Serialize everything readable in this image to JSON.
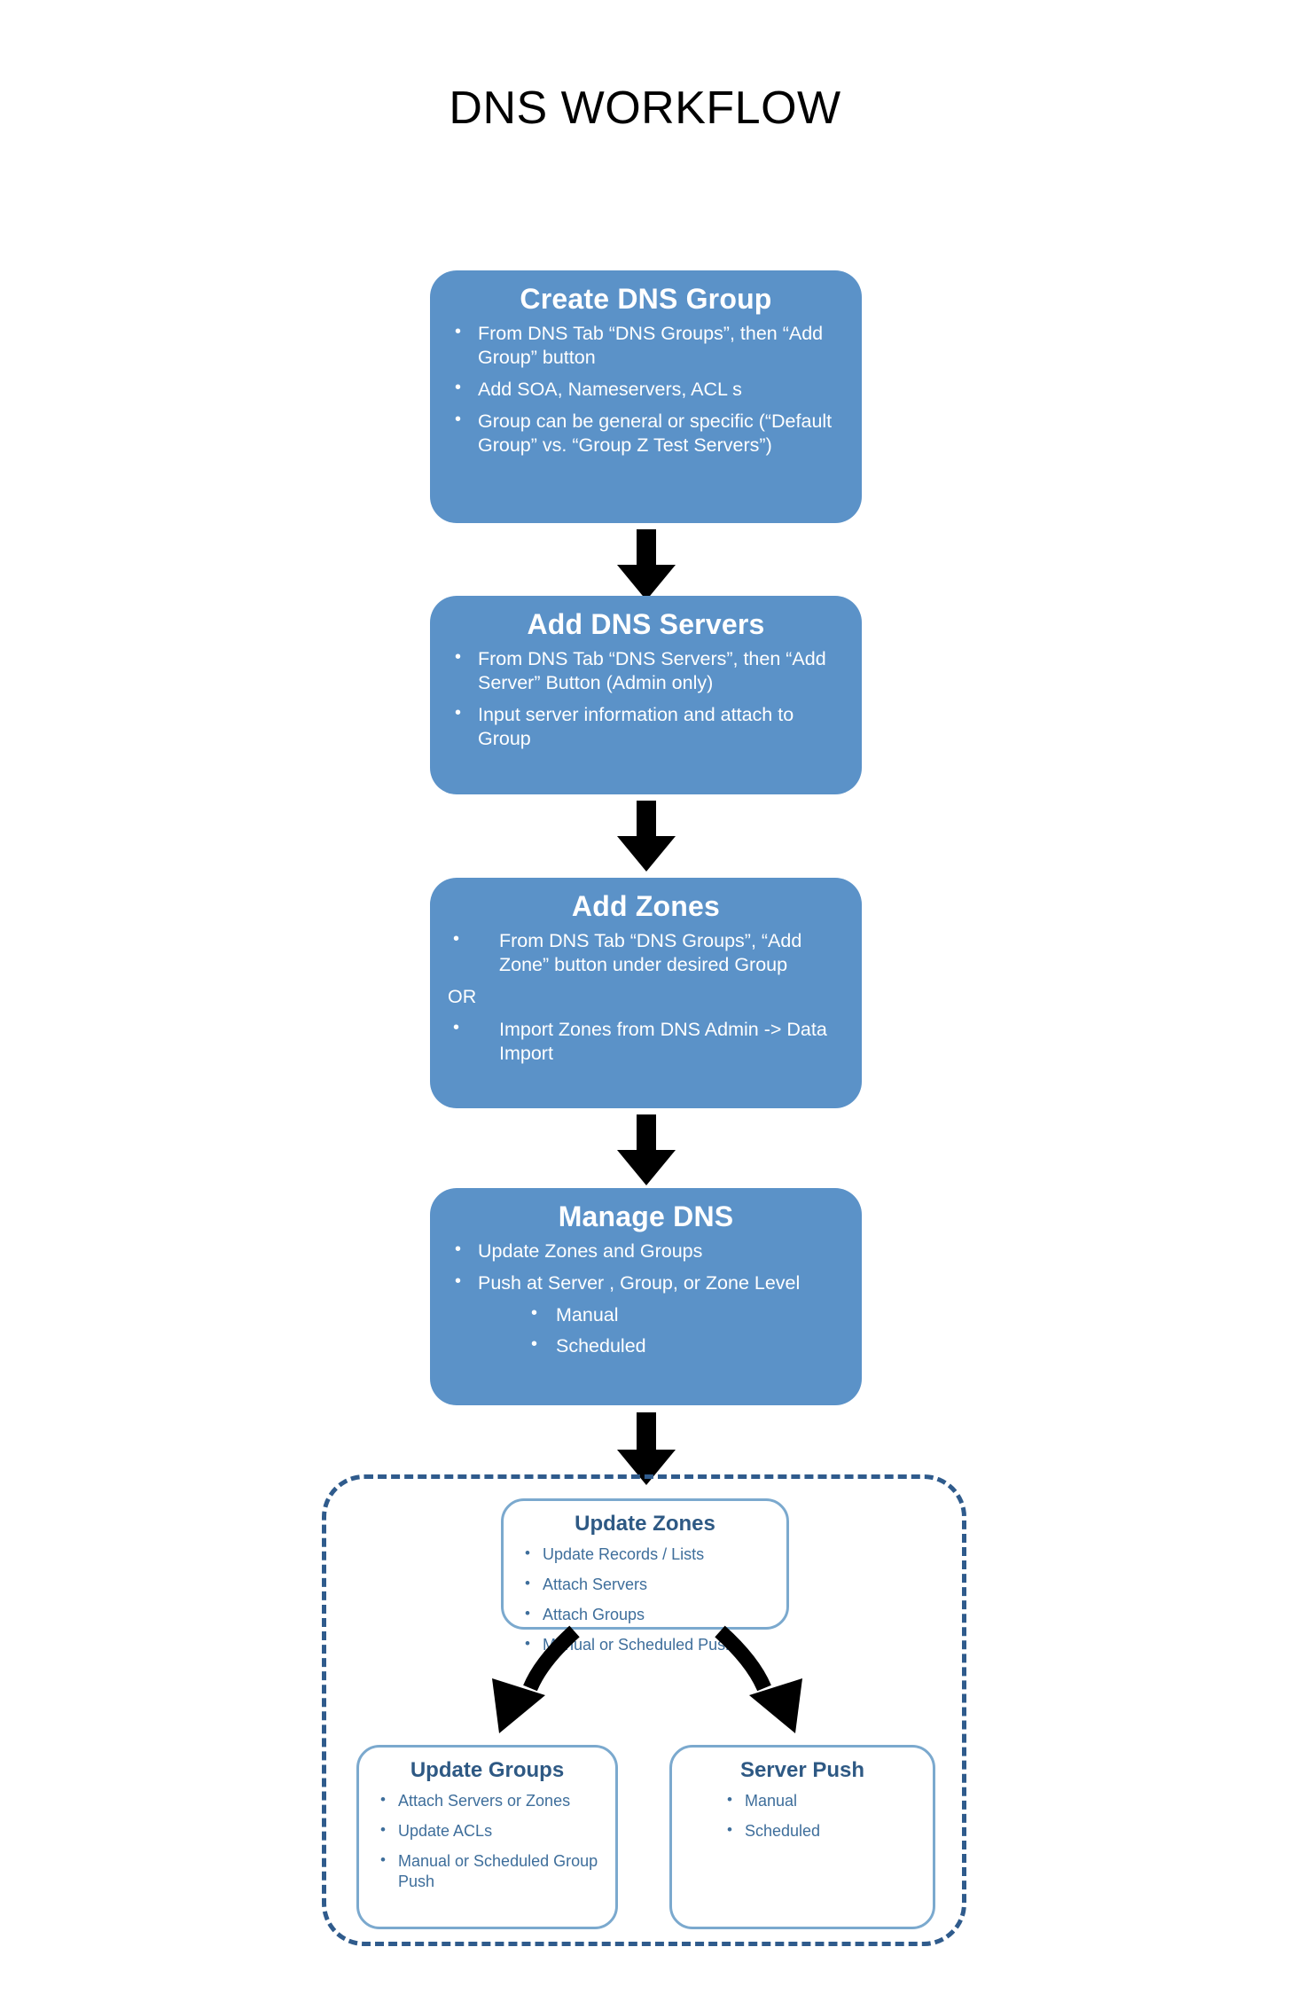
{
  "title": "DNS WORKFLOW",
  "colors": {
    "box_fill": "#5B92C8",
    "box_text": "#FFFFFF",
    "sub_border": "#7BA9CE",
    "sub_title_text": "#2E5984",
    "sub_body_text": "#3E6E9B",
    "dashed_border": "#2F5B8C",
    "arrow": "#000000",
    "background": "#FFFFFF"
  },
  "process_steps": [
    {
      "title": "Create DNS Group",
      "bullets": [
        "From DNS Tab “DNS Groups”, then “Add Group” button",
        "Add SOA, Nameservers, ACL s",
        "Group can be general or specific (“Default Group” vs. “Group Z Test Servers”)"
      ]
    },
    {
      "title": "Add DNS Servers",
      "bullets": [
        "From DNS Tab “DNS Servers”, then “Add Server” Button (Admin only)",
        "Input server information and attach to Group"
      ]
    },
    {
      "title": "Add  Zones",
      "bullets_before_or": [
        "From DNS Tab “DNS Groups”, “Add Zone” button under desired Group"
      ],
      "or_label": "OR",
      "bullets_after_or": [
        "Import Zones from DNS Admin -> Data Import"
      ]
    },
    {
      "title": "Manage DNS",
      "bullets": [
        "Update Zones and Groups",
        "Push at Server , Group, or Zone Level"
      ],
      "sub_bullets": [
        "Manual",
        "Scheduled"
      ]
    }
  ],
  "detail_group": {
    "update_zones": {
      "title": "Update Zones",
      "bullets": [
        "Update Records / Lists",
        "Attach Servers",
        "Attach Groups",
        "Manual or Scheduled Push"
      ]
    },
    "update_groups": {
      "title": "Update Groups",
      "bullets": [
        "Attach Servers or Zones",
        "Update ACLs",
        "Manual or Scheduled Group Push"
      ]
    },
    "server_push": {
      "title": "Server Push",
      "bullets": [
        "Manual",
        "Scheduled"
      ]
    }
  }
}
